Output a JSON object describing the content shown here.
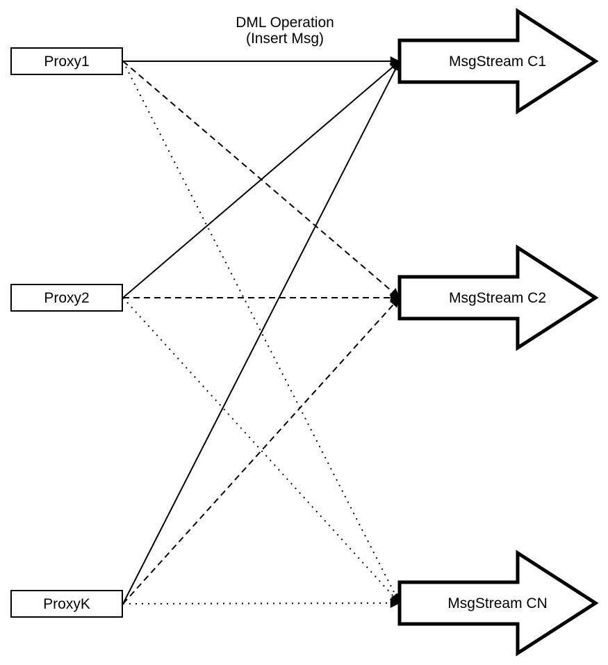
{
  "diagram": {
    "annotation": {
      "line1": "DML Operation",
      "line2": "(Insert Msg)"
    },
    "proxies": [
      {
        "id": "proxy1",
        "label": "Proxy1"
      },
      {
        "id": "proxy2",
        "label": "Proxy2"
      },
      {
        "id": "proxyk",
        "label": "ProxyK"
      }
    ],
    "streams": [
      {
        "id": "c1",
        "label": "MsgStream C1"
      },
      {
        "id": "c2",
        "label": "MsgStream C2"
      },
      {
        "id": "cn",
        "label": "MsgStream CN"
      }
    ],
    "edges": [
      {
        "from": "proxy1",
        "to": "c1",
        "style": "solid"
      },
      {
        "from": "proxy2",
        "to": "c1",
        "style": "solid"
      },
      {
        "from": "proxyk",
        "to": "c1",
        "style": "solid"
      },
      {
        "from": "proxy1",
        "to": "c2",
        "style": "dashed"
      },
      {
        "from": "proxy2",
        "to": "c2",
        "style": "dashed"
      },
      {
        "from": "proxyk",
        "to": "c2",
        "style": "dashed"
      },
      {
        "from": "proxy1",
        "to": "cn",
        "style": "dotted"
      },
      {
        "from": "proxy2",
        "to": "cn",
        "style": "dotted"
      },
      {
        "from": "proxyk",
        "to": "cn",
        "style": "dotted"
      }
    ],
    "colors": {
      "stroke": "#000000",
      "background": "#ffffff"
    }
  }
}
